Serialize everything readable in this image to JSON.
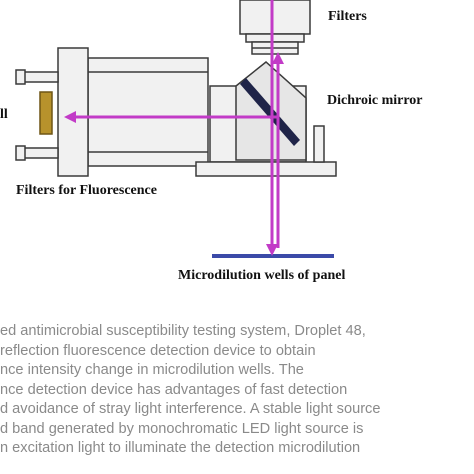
{
  "figure": {
    "labels": {
      "filters": "Filters",
      "dichroic_mirror": "Dichroic mirror",
      "filters_fluorescence": "Filters for Fluorescence",
      "microdilution_wells": "Microdilution wells of panel",
      "left_cut": "ll"
    },
    "colors": {
      "beam": "#c23bc7",
      "mirror": "#1f2448",
      "well_bar": "#3b4aa8",
      "lens": "#b7922c",
      "device_fill": "#f1f1f1",
      "device_stroke": "#3a3a3a"
    }
  },
  "caption": {
    "lines": [
      "ed antimicrobial susceptibility testing system, Droplet 48,",
      "reflection fluorescence detection device to obtain",
      "nce intensity change in microdilution wells. The",
      "nce detection device has advantages of fast detection",
      "d avoidance of stray light interference. A stable light source",
      "d band generated by monochromatic LED light source is",
      "n excitation light to illuminate the detection microdilution"
    ]
  }
}
